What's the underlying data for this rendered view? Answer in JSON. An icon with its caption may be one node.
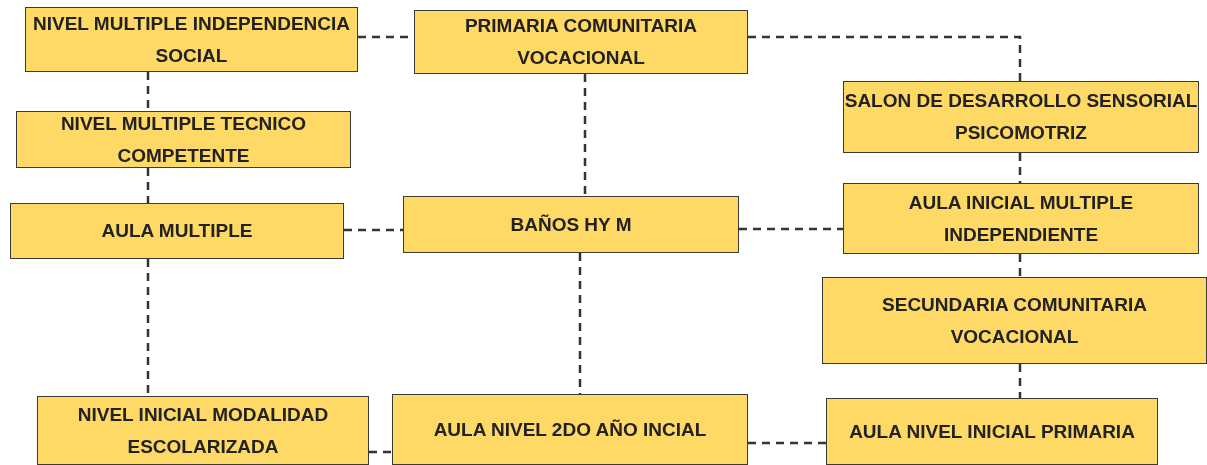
{
  "diagram": {
    "nodes": [
      {
        "text": [
          "NIVEL MULTIPLE INDEPENDENCIA SOCIAL"
        ]
      },
      {
        "text": [
          "PRIMARIA COMUNITARIA VOCACIONAL"
        ]
      },
      {
        "text": [
          "NIVEL MULTIPLE TECNICO COMPETENTE"
        ]
      },
      {
        "text": [
          "SALON DE DESARROLLO SENSORIAL PSICOMOTRIZ"
        ]
      },
      {
        "text": [
          "AULA MULTIPLE"
        ]
      },
      {
        "text": [
          "BAÑOS HY M"
        ]
      },
      {
        "text": [
          "AULA INICIAL MULTIPLE INDEPENDIENTE"
        ]
      },
      {
        "text": [
          "SECUNDARIA COMUNITARIA VOCACIONAL"
        ]
      },
      {
        "text": [
          "NIVEL INICIAL MODALIDAD ESCOLARIZADA"
        ]
      },
      {
        "text": [
          "AULA NIVEL 2DO AÑO INCIAL"
        ]
      },
      {
        "text": [
          "AULA NIVEL INICIAL PRIMARIA"
        ]
      }
    ],
    "edges": [
      {
        "from": 0,
        "to": 1,
        "arrow": "none",
        "style": "dashed"
      },
      {
        "from": 1,
        "to": 3,
        "arrow": "none",
        "style": "dashed"
      },
      {
        "from": 0,
        "to": 2,
        "arrow": "none",
        "style": "dashed"
      },
      {
        "from": 2,
        "to": 4,
        "arrow": "none",
        "style": "dashed"
      },
      {
        "from": 4,
        "to": 5,
        "arrow": "none",
        "style": "dashed"
      },
      {
        "from": 1,
        "to": 5,
        "arrow": "none",
        "style": "dashed"
      },
      {
        "from": 5,
        "to": 6,
        "arrow": "none",
        "style": "dashed"
      },
      {
        "from": 3,
        "to": 6,
        "arrow": "none",
        "style": "dashed"
      },
      {
        "from": 6,
        "to": 7,
        "arrow": "none",
        "style": "dashed"
      },
      {
        "from": 4,
        "to": 8,
        "arrow": "none",
        "style": "dashed"
      },
      {
        "from": 5,
        "to": 9,
        "arrow": "none",
        "style": "dashed"
      },
      {
        "from": 8,
        "to": 9,
        "arrow": "none",
        "style": "dashed"
      },
      {
        "from": 9,
        "to": 10,
        "arrow": "none",
        "style": "dashed"
      },
      {
        "from": 7,
        "to": 10,
        "arrow": "none",
        "style": "dashed"
      }
    ]
  }
}
